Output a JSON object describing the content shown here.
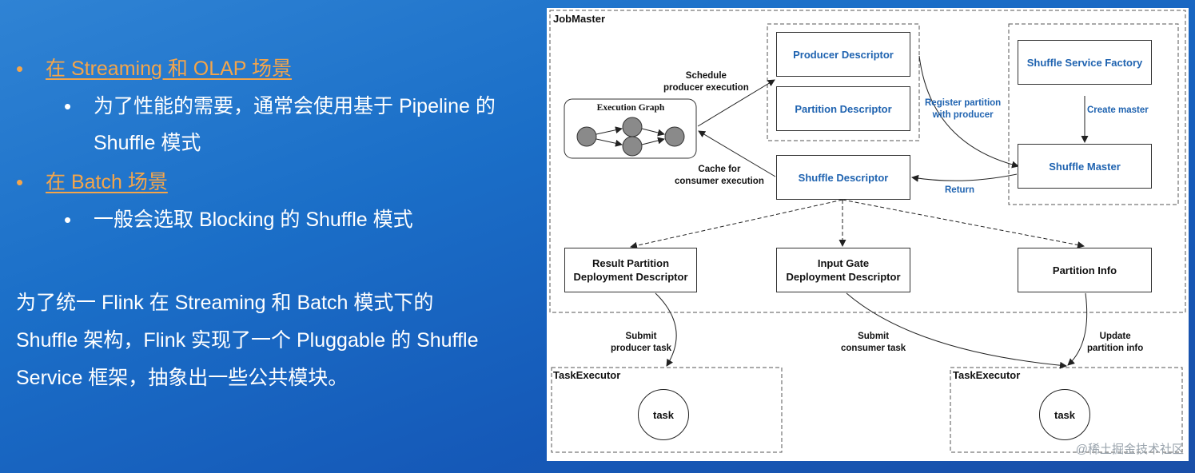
{
  "left": {
    "b1": {
      "heading": "在 Streaming 和 OLAP 场景",
      "sub_line1": "为了性能的需要，通常会使用基于 Pipeline 的",
      "sub_line2": "Shuffle 模式"
    },
    "b2": {
      "heading": "在 Batch 场景",
      "sub_line1": "一般会选取 Blocking 的 Shuffle 模式"
    },
    "bullet_main": "•",
    "bullet_sub": "•",
    "para": {
      "l1": "为了统一 Flink 在 Streaming 和 Batch 模式下的",
      "l2": "Shuffle 架构，Flink 实现了一个 Pluggable 的 Shuffle",
      "l3": "Service 框架，抽象出一些公共模块。"
    }
  },
  "diagram": {
    "jobmaster": "JobMaster",
    "execution_graph": "Execution Graph",
    "producer_descriptor": "Producer Descriptor",
    "partition_descriptor": "Partition Descriptor",
    "shuffle_service_factory": "Shuffle Service Factory",
    "shuffle_master": "Shuffle Master",
    "shuffle_descriptor": "Shuffle Descriptor",
    "result_partition": "Result Partition",
    "deployment_descriptor_1": "Deployment Descriptor",
    "input_gate": "Input Gate",
    "deployment_descriptor_2": "Deployment Descriptor",
    "partition_info": "Partition Info",
    "schedule_1": "Schedule",
    "schedule_2": "producer execution",
    "register_1": "Register partition",
    "register_2": "with producer",
    "create_master": "Create master",
    "cache_1": "Cache for",
    "cache_2": "consumer execution",
    "return": "Return",
    "submit_producer_1": "Submit",
    "submit_producer_2": "producer task",
    "submit_consumer_1": "Submit",
    "submit_consumer_2": "consumer task",
    "update_1": "Update",
    "update_2": "partition info",
    "task_executor_left": "TaskExecutor",
    "task_executor_right": "TaskExecutor",
    "task_left": "task",
    "task_right": "task"
  },
  "watermark": "@稀土掘金技术社区",
  "colors": {
    "accent_orange": "#f4a54a",
    "blue_text": "#1f63b0",
    "background": "#1b6fc8"
  }
}
